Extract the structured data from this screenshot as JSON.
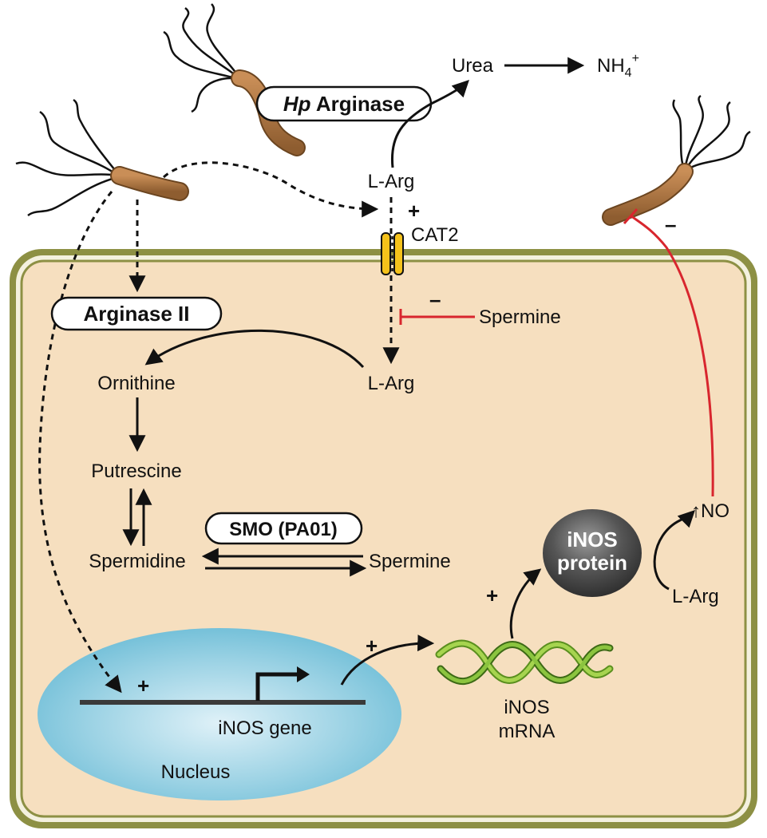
{
  "colors": {
    "cell_fill": "#f6dfbf",
    "membrane_outer": "#8d9044",
    "membrane_inner": "#f4f1df",
    "nucleus": "#7cc3d9",
    "bacterium": "#b07a46",
    "inhibition": "#d8262e",
    "mrna": "#8bc43f",
    "ion_channel": "#f5c21b",
    "inos_protein": "#444444"
  },
  "icons": {
    "bacterium": "helicobacter-bacterium-icon",
    "channel": "cat2-channel-icon",
    "mrna": "mrna-helix-icon",
    "protein": "inos-protein-sphere-icon",
    "promoter": "transcription-start-arrow-icon"
  },
  "diagram": {
    "hp_arginase_prefix": "Hp",
    "hp_arginase_suffix": " Arginase",
    "urea": "Urea",
    "nh4_base": "NH",
    "nh4_sub": "4",
    "nh4_sup": "+",
    "l_arg_outside": "L-Arg",
    "plus_outside": "+",
    "cat2": "CAT2",
    "minus_spermine": "–",
    "spermine_inhibitor": "Spermine",
    "arginase_ii": "Arginase II",
    "ornithine": "Ornithine",
    "l_arg_inside": "L-Arg",
    "putrescine": "Putrescine",
    "smo": "SMO (PA01)",
    "spermidine": "Spermidine",
    "spermine": "Spermine",
    "inos_protein_line1": "iNOS",
    "inos_protein_line2": "protein",
    "no_up_arrow": "↑",
    "no": "NO",
    "l_arg_no": "L-Arg",
    "plus_protein": "+",
    "plus_mrna": "+",
    "plus_gene": "+",
    "inos_gene": "iNOS gene",
    "nucleus": "Nucleus",
    "mrna_line1": "iNOS",
    "mrna_line2": "mRNA",
    "minus_bacterium": "–"
  }
}
